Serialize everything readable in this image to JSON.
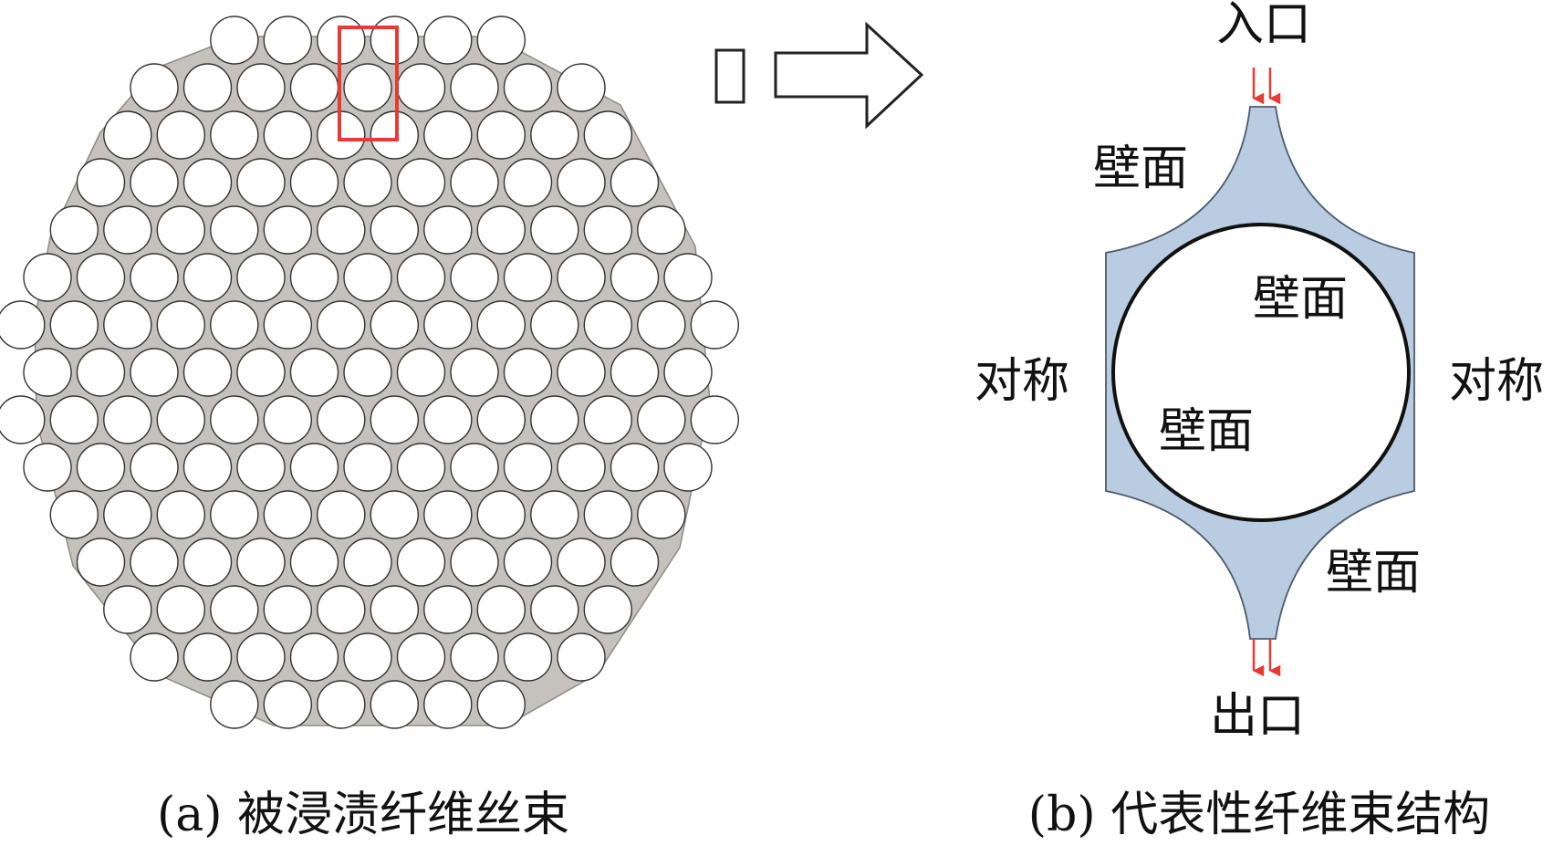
{
  "panel_a": {
    "caption": "(a) 被浸渍纤维丝束"
  },
  "panel_b": {
    "caption": "(b) 代表性纤维束结构",
    "labels": {
      "inlet": "入口",
      "outlet": "出口",
      "wall_top_left": "壁面",
      "wall_inner_top": "壁面",
      "wall_inner_bottom": "壁面",
      "wall_bottom_right": "壁面",
      "symmetry_left": "对称",
      "symmetry_right": "对称"
    }
  },
  "colors": {
    "matrix": "#c5c1bd",
    "fluid_domain": "#b9cce1",
    "highlight_box": "#e53b33",
    "flow_arrows": "#e53b33",
    "outline": "#222222"
  }
}
